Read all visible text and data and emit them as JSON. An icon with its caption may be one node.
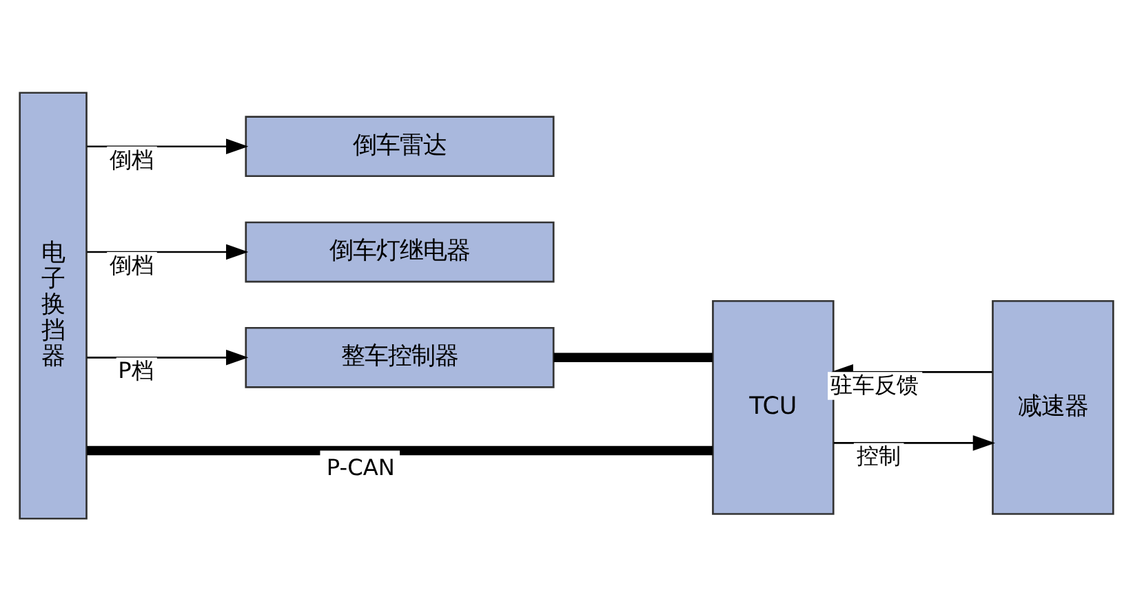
{
  "diagram": {
    "nodes": [
      {
        "text": [
          "电子换挡器"
        ]
      },
      {
        "text": [
          "倒车雷达"
        ]
      },
      {
        "text": [
          "倒车灯继电器"
        ]
      },
      {
        "text": [
          "整车控制器"
        ]
      },
      {
        "text": [
          "TCU"
        ]
      },
      {
        "text": [
          "减速器"
        ]
      }
    ],
    "edges": [
      {
        "from": 0,
        "to": 1,
        "arrow": "to",
        "label": "倒档"
      },
      {
        "from": 0,
        "to": 2,
        "arrow": "to",
        "label": "倒档"
      },
      {
        "from": 0,
        "to": 3,
        "arrow": "to",
        "label": "P档"
      },
      {
        "from": 0,
        "to": 4,
        "arrow": "none",
        "label": "P-CAN",
        "style": "thick"
      },
      {
        "from": 3,
        "to": 4,
        "arrow": "none",
        "style": "thick"
      },
      {
        "from": 5,
        "to": 4,
        "arrow": "to",
        "label": "驻车反馈"
      },
      {
        "from": 4,
        "to": 5,
        "arrow": "to",
        "label": "控制"
      }
    ]
  }
}
